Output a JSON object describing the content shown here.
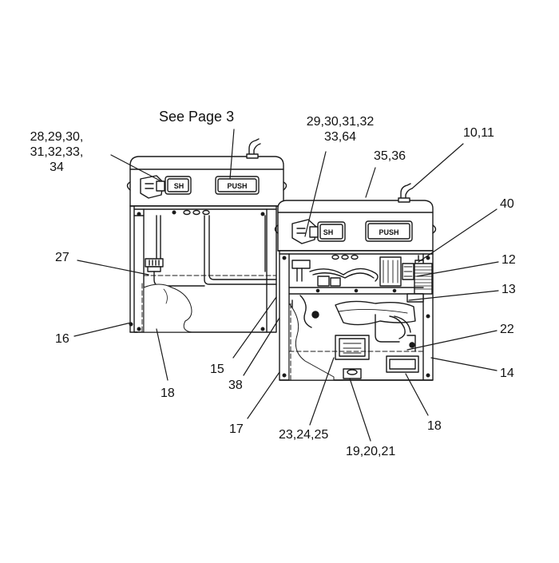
{
  "diagram": {
    "see_page": "See Page 3",
    "button_label": "PUSH",
    "colors": {
      "line": "#1a1a1a",
      "fill": "#ffffff",
      "shade": "#d9d9d9"
    },
    "callouts": [
      {
        "id": "c-28",
        "lines": [
          "28,29,30,",
          "31,32,33,",
          "34"
        ]
      },
      {
        "id": "c-29",
        "lines": [
          "29,30,31,32",
          "33,64"
        ]
      },
      {
        "id": "c-10",
        "lines": [
          "10,11"
        ]
      },
      {
        "id": "c-35",
        "lines": [
          "35,36"
        ]
      },
      {
        "id": "c-40",
        "lines": [
          "40"
        ]
      },
      {
        "id": "c-12",
        "lines": [
          "12"
        ]
      },
      {
        "id": "c-13",
        "lines": [
          "13"
        ]
      },
      {
        "id": "c-22",
        "lines": [
          "22"
        ]
      },
      {
        "id": "c-14",
        "lines": [
          "14"
        ]
      },
      {
        "id": "c-27",
        "lines": [
          "27"
        ]
      },
      {
        "id": "c-16",
        "lines": [
          "16"
        ]
      },
      {
        "id": "c-15",
        "lines": [
          "15"
        ]
      },
      {
        "id": "c-38",
        "lines": [
          "38"
        ]
      },
      {
        "id": "c-18a",
        "lines": [
          "18"
        ]
      },
      {
        "id": "c-17",
        "lines": [
          "17"
        ]
      },
      {
        "id": "c-23",
        "lines": [
          "23,24,25"
        ]
      },
      {
        "id": "c-19",
        "lines": [
          "19,20,21"
        ]
      },
      {
        "id": "c-18b",
        "lines": [
          "18"
        ]
      }
    ]
  }
}
